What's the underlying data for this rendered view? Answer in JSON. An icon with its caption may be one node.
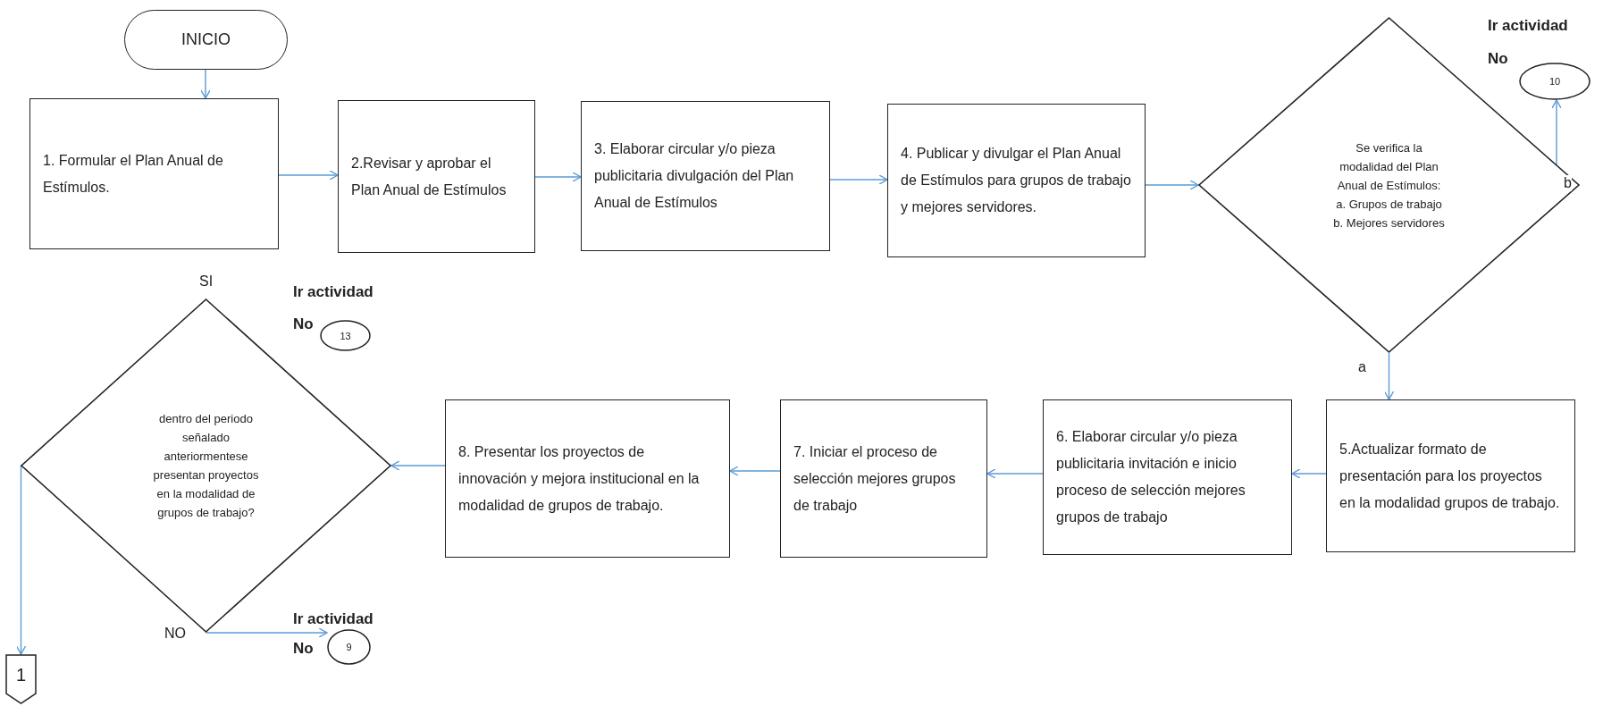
{
  "diagram": {
    "nodes": [
      {
        "text": [
          "INICIO"
        ]
      },
      {
        "text": [
          "1. Formular el Plan Anual de Estímulos."
        ]
      },
      {
        "text": [
          "2.Revisar y aprobar el Plan Anual de Estímulos"
        ]
      },
      {
        "text": [
          "3. Elaborar circular y/o pieza publicitaria divulgación del Plan Anual de Estímulos"
        ]
      },
      {
        "text": [
          "4. Publicar y divulgar el Plan Anual de Estímulos para grupos de trabajo y mejores servidores."
        ]
      },
      {
        "text": [
          "Se verifica la modalidad del Plan Anual de Estímulos: a. Grupos de trabajo b. Mejores servidores"
        ]
      },
      {
        "text": [
          "10"
        ]
      },
      {
        "text": [
          "5.Actualizar formato de presentación para los proyectos en la modalidad grupos de trabajo."
        ]
      },
      {
        "text": [
          "6. Elaborar circular y/o pieza publicitaria invitación e inicio proceso de selección mejores grupos de trabajo"
        ]
      },
      {
        "text": [
          "7. Iniciar el proceso de selección mejores grupos de trabajo"
        ]
      },
      {
        "text": [
          "8. Presentar los proyectos de innovación y mejora institucional en la modalidad de grupos de trabajo."
        ]
      },
      {
        "text": [
          "dentro del periodo señalado anteriormentese presentan proyectos en la modalidad de grupos de trabajo?"
        ]
      },
      {
        "text": [
          "13"
        ]
      },
      {
        "text": [
          "9"
        ]
      },
      {
        "text": [
          "1"
        ]
      }
    ],
    "edges": [
      {
        "from": 0,
        "to": 1,
        "arrow": "to"
      },
      {
        "from": 1,
        "to": 2,
        "arrow": "to"
      },
      {
        "from": 2,
        "to": 3,
        "arrow": "to"
      },
      {
        "from": 3,
        "to": 4,
        "arrow": "to"
      },
      {
        "from": 4,
        "to": 5,
        "arrow": "to"
      },
      {
        "from": 5,
        "to": 6,
        "arrow": "to",
        "label": "b"
      },
      {
        "from": 5,
        "to": 7,
        "arrow": "to",
        "label": "a"
      },
      {
        "from": 7,
        "to": 8,
        "arrow": "to"
      },
      {
        "from": 8,
        "to": 9,
        "arrow": "to"
      },
      {
        "from": 9,
        "to": 10,
        "arrow": "to"
      },
      {
        "from": 10,
        "to": 11,
        "arrow": "to"
      },
      {
        "from": 11,
        "to": 14,
        "arrow": "to"
      },
      {
        "from": 11,
        "to": 13,
        "arrow": "to",
        "label": "NO"
      }
    ],
    "labels": [
      "Ir actividad",
      "No",
      "SI",
      "Ir actividad",
      "No",
      "Ir actividad",
      "No"
    ]
  }
}
